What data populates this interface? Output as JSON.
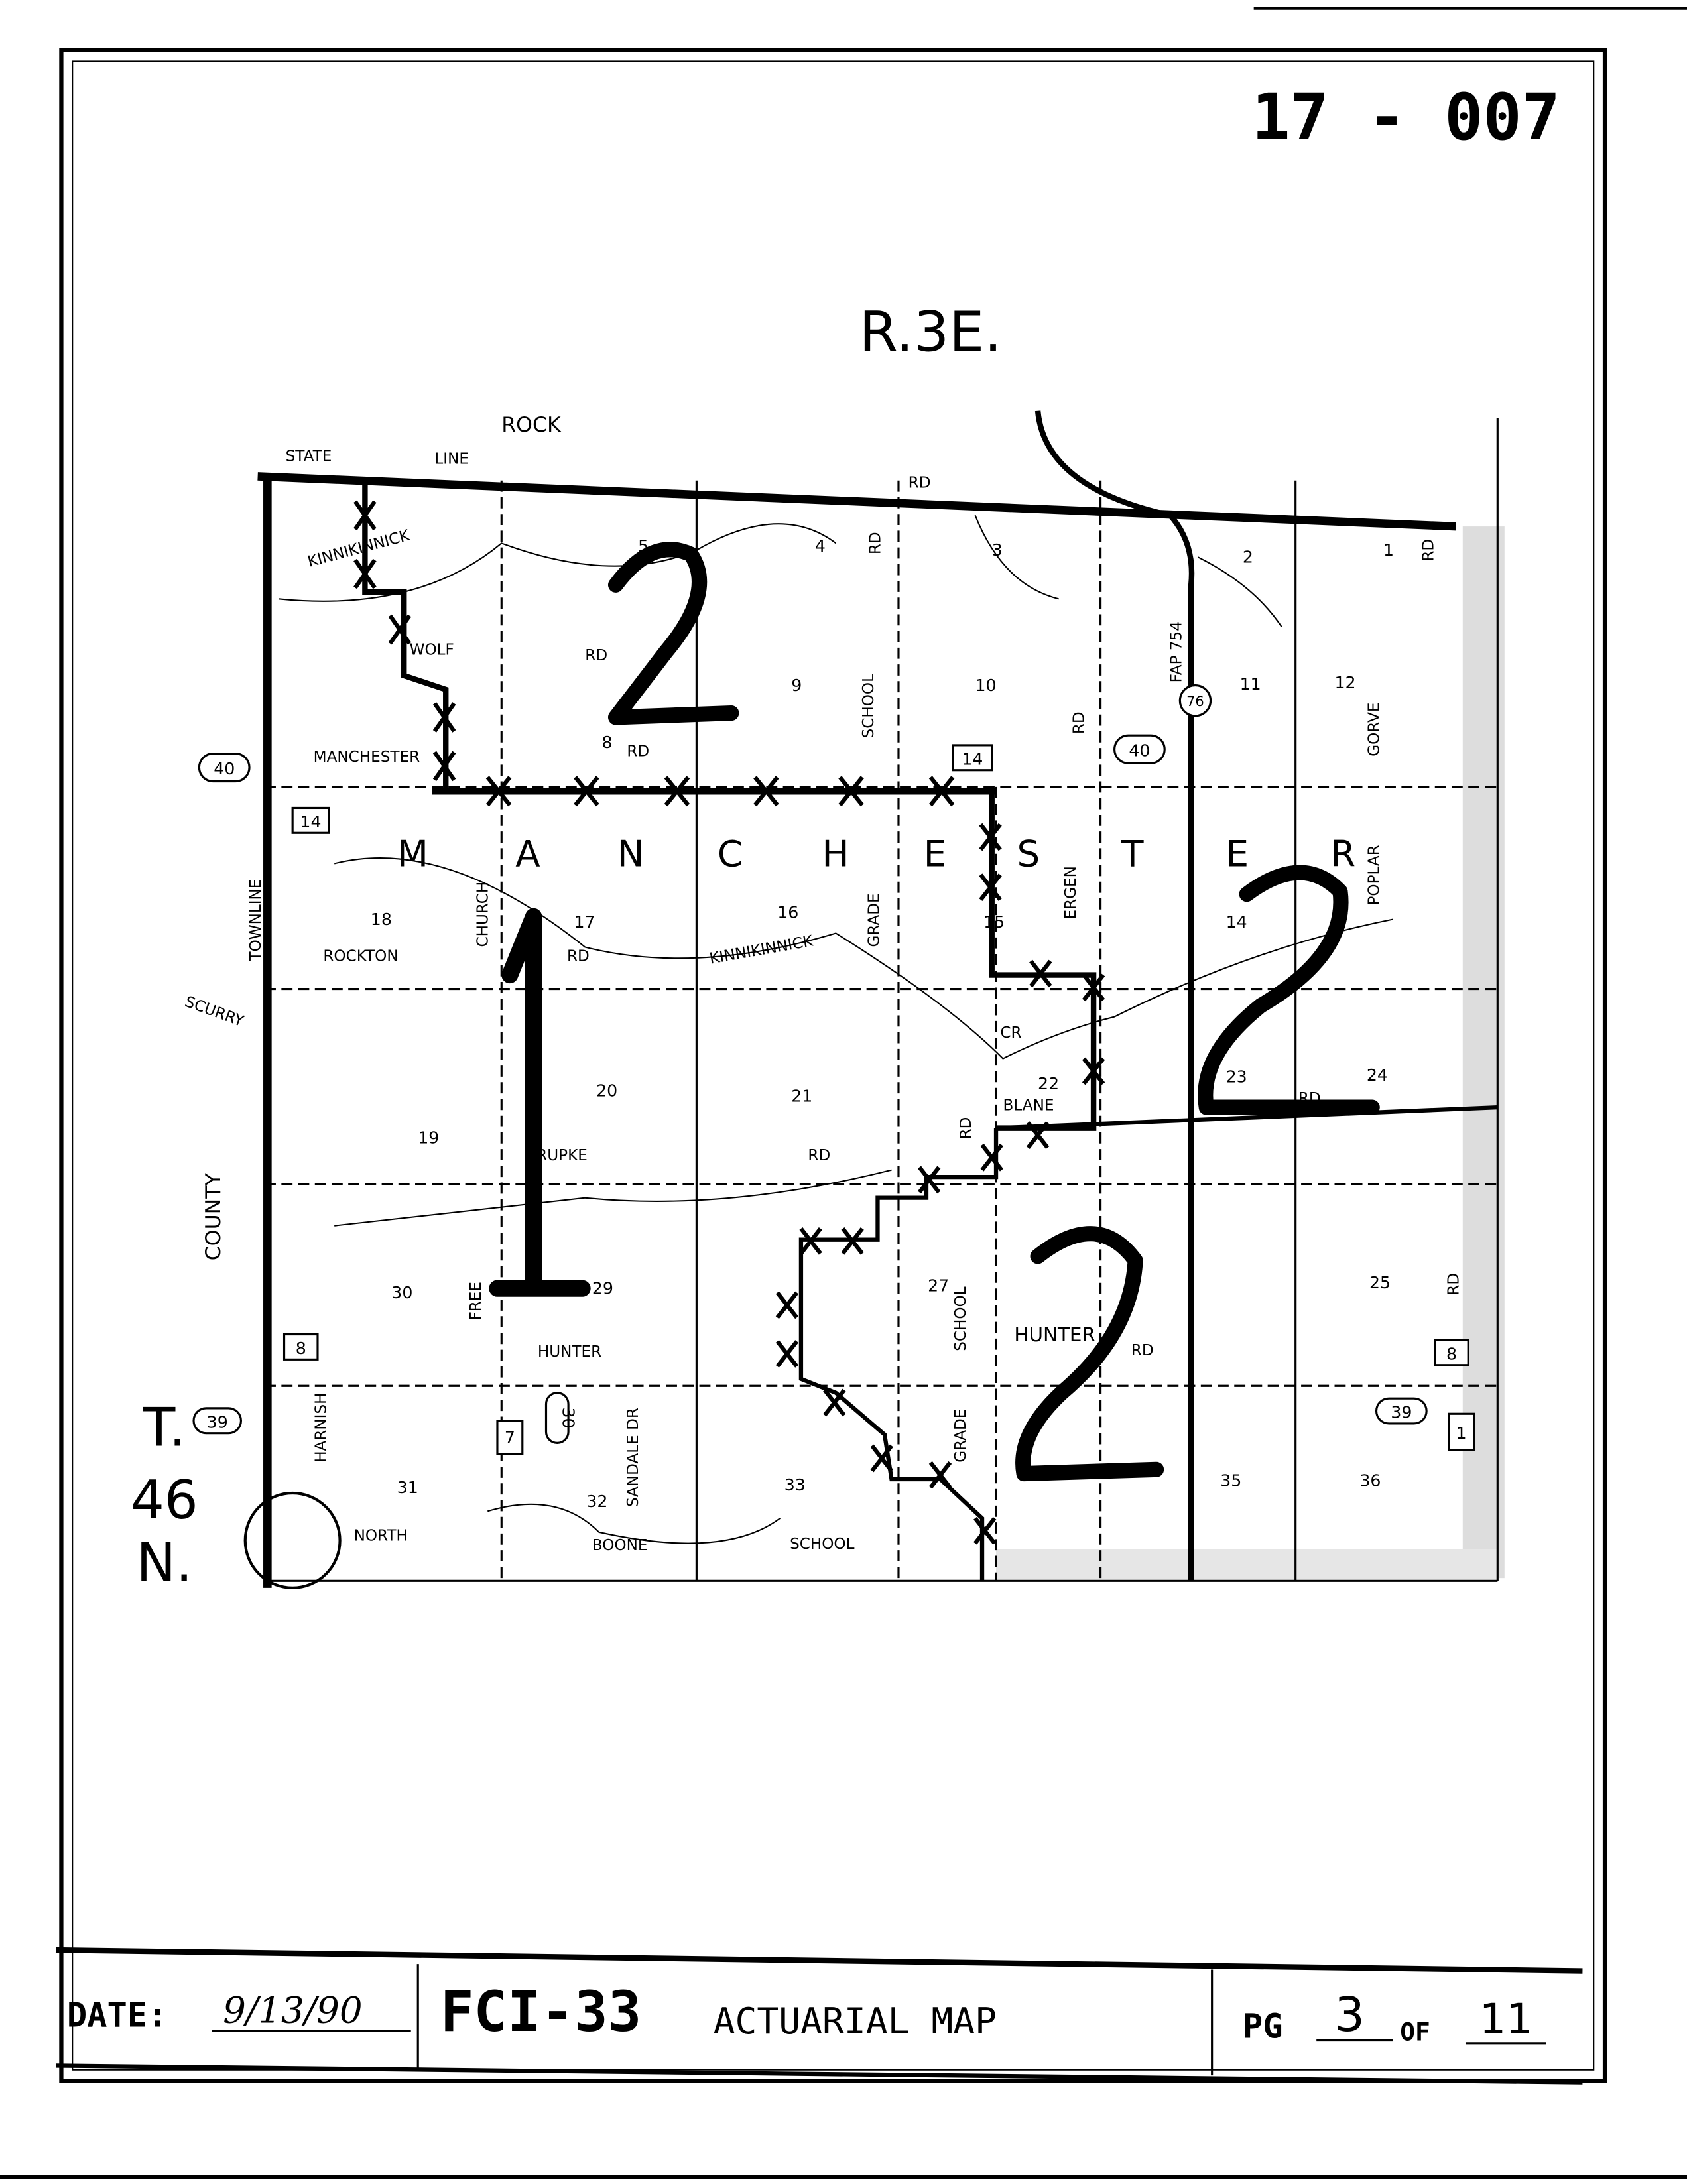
{
  "header": {
    "map_number": "17 - 007",
    "range": "R.3E.",
    "township": [
      "T.",
      "46",
      "N."
    ]
  },
  "sections": [
    "1",
    "2",
    "3",
    "4",
    "5",
    "8",
    "9",
    "10",
    "11",
    "12",
    "14",
    "15",
    "16",
    "17",
    "18",
    "19",
    "20",
    "21",
    "22",
    "23",
    "24",
    "25",
    "27",
    "29",
    "30",
    "31",
    "32",
    "33",
    "35",
    "36"
  ],
  "township_name": [
    "M",
    "A",
    "N",
    "C",
    "H",
    "E",
    "S",
    "T",
    "E",
    "R"
  ],
  "roads": {
    "rock": "ROCK",
    "state": "STATE",
    "line": "LINE",
    "rd": "RD",
    "kinnikinnick": "KINNIKINNICK",
    "manchester": "MANCHESTER",
    "rockton": "ROCKTON",
    "kinnikinnick_cr": "KINNIKINNICK",
    "cr": "CR",
    "grade": "GRADE",
    "school": "SCHOOL",
    "fap": "FAP 754",
    "gorve": "GORVE",
    "poplar": "POPLAR",
    "ergen": "ERGEN",
    "blane": "BLANE",
    "krupke": "KRUPKE",
    "free": "FREE",
    "hunter": "HUNTER",
    "sandale": "SANDALE DR",
    "boone": "BOONE",
    "north": "NORTH",
    "county": "COUNTY",
    "church": "CHURCH",
    "townline": "TOWNLINE",
    "scurry": "SCURRY",
    "harnish": "HARNISH",
    "wolf": "WOLF"
  },
  "shields": {
    "r40": "40",
    "r14": "14",
    "r76": "76",
    "r8": "8",
    "r39": "39",
    "r30": "30",
    "r7": "7",
    "r1": "1"
  },
  "zones": [
    "2",
    "1",
    "2",
    "2"
  ],
  "footer": {
    "date_label": "DATE:",
    "date_value": "9/13/90",
    "form_code": "FCI-33",
    "form_title": "ACTUARIAL MAP",
    "page_label": "PG",
    "page_value": "3",
    "of_label": "OF",
    "page_total": "11"
  }
}
